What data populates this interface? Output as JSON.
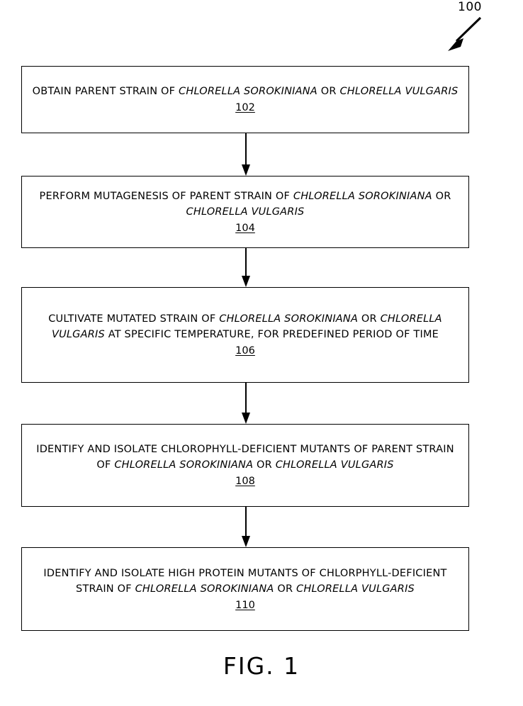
{
  "figure": {
    "ref_label": "100",
    "caption": "FIG. 1"
  },
  "flowchart": {
    "type": "process-flow",
    "orientation": "top-to-bottom",
    "steps": [
      {
        "ref": "102",
        "text_plain": "OBTAIN PARENT STRAIN OF CHLORELLA SOROKINIANA OR CHLORELLA VULGARIS",
        "text_html": "OBTAIN PARENT STRAIN OF <i>CHLORELLA SOROKINIANA</i> OR <i>CHLORELLA VULGARIS</i>"
      },
      {
        "ref": "104",
        "text_plain": "PERFORM MUTAGENESIS OF PARENT STRAIN OF CHLORELLA SOROKINIANA OR CHLORELLA VULGARIS",
        "text_html": "PERFORM MUTAGENESIS OF PARENT STRAIN OF <i>CHLORELLA SOROKINIANA</i> OR <i>CHLORELLA VULGARIS</i>"
      },
      {
        "ref": "106",
        "text_plain": "CULTIVATE MUTATED STRAIN OF CHLORELLA SOROKINIANA OR CHLORELLA VULGARIS AT SPECIFIC TEMPERATURE, FOR PREDEFINED PERIOD OF TIME",
        "text_html": "CULTIVATE MUTATED STRAIN OF <i>CHLORELLA SOROKINIANA</i> OR <i>CHLORELLA VULGARIS</i> AT SPECIFIC TEMPERATURE, FOR PREDEFINED PERIOD OF TIME"
      },
      {
        "ref": "108",
        "text_plain": "IDENTIFY AND ISOLATE CHLOROPHYLL-DEFICIENT MUTANTS OF PARENT STRAIN OF CHLORELLA SOROKINIANA OR CHLORELLA VULGARIS",
        "text_html": "IDENTIFY AND ISOLATE CHLOROPHYLL-DEFICIENT MUTANTS OF PARENT STRAIN OF <i>CHLORELLA SOROKINIANA</i> OR <i>CHLORELLA VULGARIS</i>"
      },
      {
        "ref": "110",
        "text_plain": "IDENTIFY AND ISOLATE HIGH PROTEIN MUTANTS OF CHLORPHYLL-DEFICIENT STRAIN OF CHLORELLA SOROKINIANA OR CHLORELLA VULGARIS",
        "text_html": "IDENTIFY AND ISOLATE HIGH PROTEIN MUTANTS OF CHLORPHYLL-DEFICIENT STRAIN OF <i>CHLORELLA SOROKINIANA</i> OR <i>CHLORELLA VULGARIS</i>"
      }
    ],
    "connectors": [
      {
        "from": "102",
        "to": "104"
      },
      {
        "from": "104",
        "to": "106"
      },
      {
        "from": "106",
        "to": "108"
      },
      {
        "from": "108",
        "to": "110"
      }
    ]
  },
  "style": {
    "line_color": "#000000",
    "background_color": "#ffffff"
  }
}
